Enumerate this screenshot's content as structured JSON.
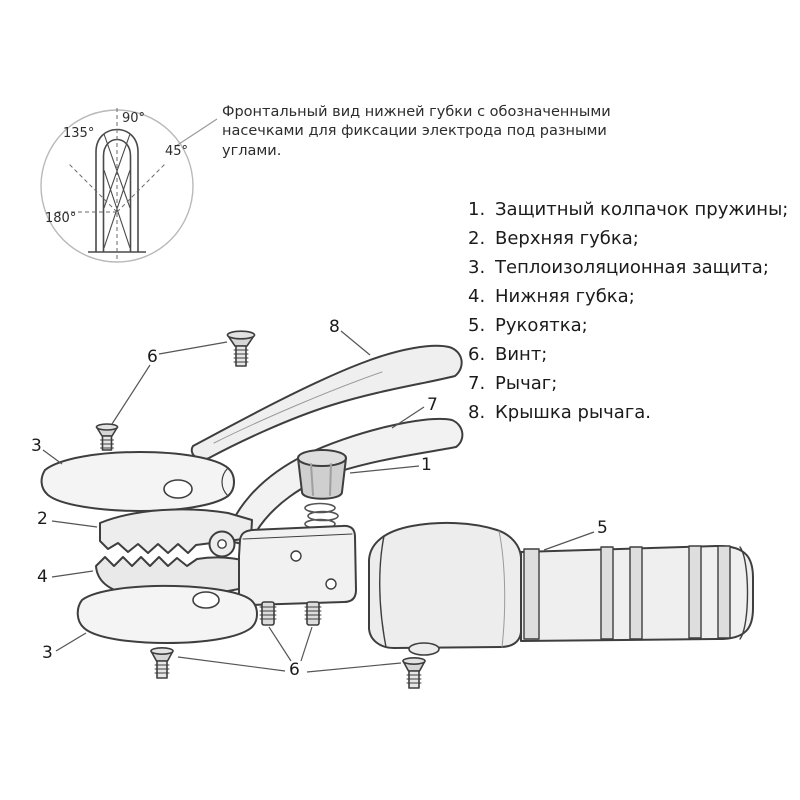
{
  "note": {
    "text": "Фронтальный вид нижней губки с обозначенными насечками для фиксации электрода под разными углами."
  },
  "detail": {
    "angles": {
      "a90": "90°",
      "a135": "135°",
      "a45": "45°",
      "a180": "180°"
    }
  },
  "parts": [
    {
      "num": "1.",
      "label": "Защитный колпачок пружины;"
    },
    {
      "num": "2.",
      "label": "Верхняя губка;"
    },
    {
      "num": "3.",
      "label": "Теплоизоляционная защита;"
    },
    {
      "num": "4.",
      "label": "Нижняя губка;"
    },
    {
      "num": "5.",
      "label": "Рукоятка;"
    },
    {
      "num": "6.",
      "label": "Винт;"
    },
    {
      "num": "7.",
      "label": "Рычаг;"
    },
    {
      "num": "8.",
      "label": "Крышка рычага."
    }
  ],
  "callouts": {
    "screw_top": "6",
    "lever_cover": "8",
    "lever": "7",
    "spring_cap": "1",
    "insulation_top": "3",
    "upper_jaw": "2",
    "lower_jaw": "4",
    "insulation_bottom": "3",
    "screws_bottom": "6",
    "handle": "5"
  },
  "colors": {
    "line": "#3e3e3e",
    "light_fill": "#efefef",
    "mid_fill": "#dedede",
    "guide": "#9a9a9a"
  }
}
